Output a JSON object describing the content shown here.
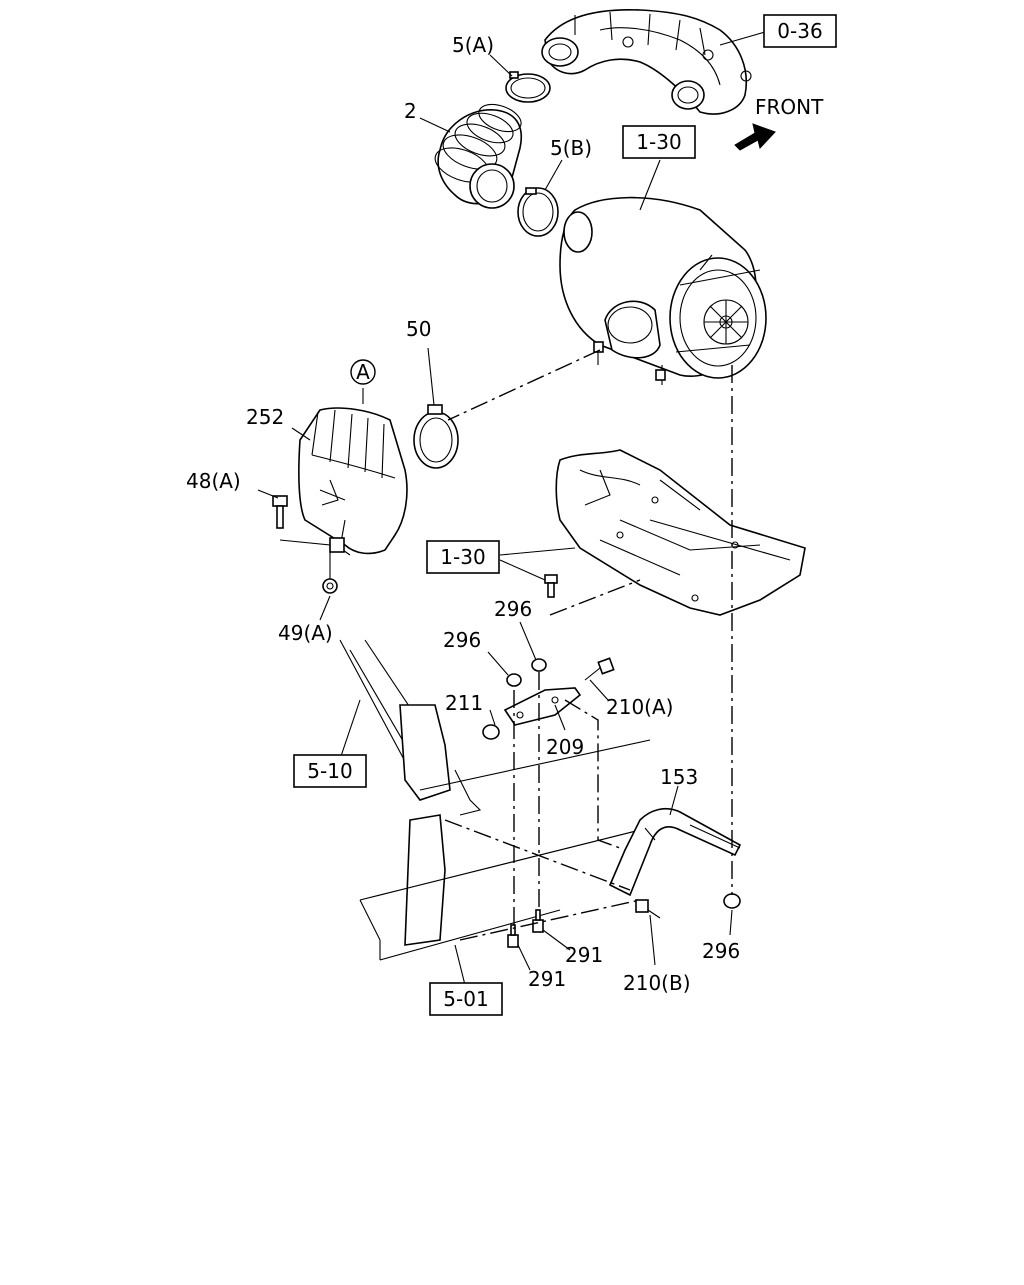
{
  "diagram": {
    "references": {
      "r036": "0-36",
      "r130a": "1-30",
      "r130b": "1-30",
      "r510": "5-10",
      "r501": "5-01"
    },
    "front_label": "FRONT",
    "callouts": {
      "c5a": "5(A)",
      "c2": "2",
      "c5b": "5(B)",
      "c50": "50",
      "cA": "A",
      "c252": "252",
      "c48a": "48(A)",
      "c49a": "49(A)",
      "c296a": "296",
      "c296b": "296",
      "c210a": "210(A)",
      "c211": "211",
      "c209": "209",
      "c153": "153",
      "c296c": "296",
      "c291a": "291",
      "c291b": "291",
      "c210b": "210(B)"
    }
  }
}
